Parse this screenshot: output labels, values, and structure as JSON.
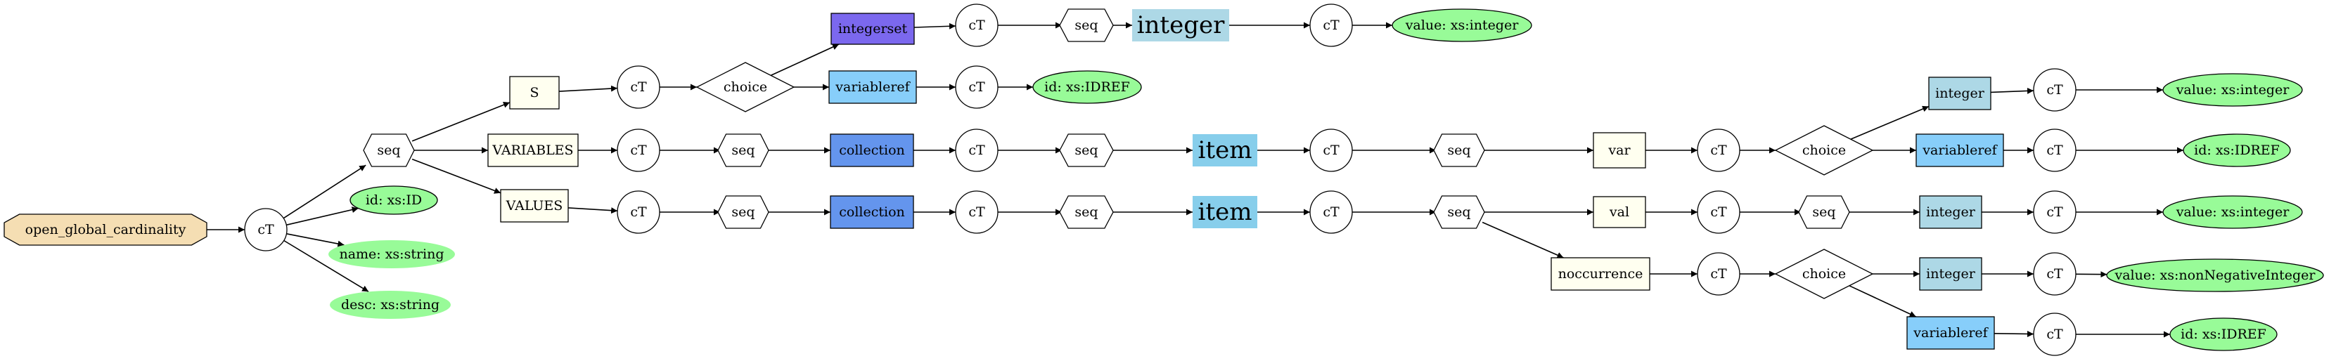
{
  "diagram": {
    "colors": {
      "root": "#f5deb3",
      "element": "#fffff0",
      "attribute": "#98fb98",
      "integerset": "#7b68ee",
      "variableref": "#87cefa",
      "collection": "#6495ed",
      "item": "#87ceeb",
      "integer": "#add8e6",
      "edge": "#000000"
    },
    "nodes": [
      {
        "id": "root",
        "label": "open_global_cardinality",
        "shape": "octagon",
        "color": "root"
      },
      {
        "id": "ct_root",
        "label": "cT",
        "shape": "circle"
      },
      {
        "id": "attr_id",
        "label": "id: xs:ID",
        "shape": "ellipse",
        "color": "attribute",
        "outline": true
      },
      {
        "id": "attr_name",
        "label": "name: xs:string",
        "shape": "ellipse",
        "color": "attribute",
        "outline": false
      },
      {
        "id": "attr_desc",
        "label": "desc: xs:string",
        "shape": "ellipse",
        "color": "attribute",
        "outline": false
      },
      {
        "id": "seq_main",
        "label": "seq",
        "shape": "hexagon"
      },
      {
        "id": "S",
        "label": "S",
        "shape": "box",
        "color": "element"
      },
      {
        "id": "ct_S",
        "label": "cT",
        "shape": "circle"
      },
      {
        "id": "choice_S",
        "label": "choice",
        "shape": "diamond"
      },
      {
        "id": "integerset",
        "label": "integerset",
        "shape": "box",
        "color": "integerset"
      },
      {
        "id": "ct_iset",
        "label": "cT",
        "shape": "circle"
      },
      {
        "id": "seq_iset",
        "label": "seq",
        "shape": "hexagon"
      },
      {
        "id": "integer_big",
        "label": "integer",
        "shape": "box",
        "color": "integer",
        "big": true
      },
      {
        "id": "ct_int_big",
        "label": "cT",
        "shape": "circle"
      },
      {
        "id": "val_int_big",
        "label": "value: xs:integer",
        "shape": "ellipse",
        "color": "attribute",
        "outline": true
      },
      {
        "id": "varref_S",
        "label": "variableref",
        "shape": "box",
        "color": "variableref"
      },
      {
        "id": "ct_varref_S",
        "label": "cT",
        "shape": "circle"
      },
      {
        "id": "id_varref_S",
        "label": "id: xs:IDREF",
        "shape": "ellipse",
        "color": "attribute",
        "outline": true
      },
      {
        "id": "VARIABLES",
        "label": "VARIABLES",
        "shape": "box",
        "color": "element"
      },
      {
        "id": "ct_VAR",
        "label": "cT",
        "shape": "circle"
      },
      {
        "id": "seq_VAR",
        "label": "seq",
        "shape": "hexagon"
      },
      {
        "id": "coll_VAR",
        "label": "collection",
        "shape": "box",
        "color": "collection"
      },
      {
        "id": "ct_coll_VAR",
        "label": "cT",
        "shape": "circle"
      },
      {
        "id": "seq_coll_VAR",
        "label": "seq",
        "shape": "hexagon"
      },
      {
        "id": "item_VAR",
        "label": "item",
        "shape": "box",
        "color": "item",
        "big": true
      },
      {
        "id": "ct_item_VAR",
        "label": "cT",
        "shape": "circle"
      },
      {
        "id": "seq_item_VAR",
        "label": "seq",
        "shape": "hexagon"
      },
      {
        "id": "var",
        "label": "var",
        "shape": "box",
        "color": "element"
      },
      {
        "id": "ct_var",
        "label": "cT",
        "shape": "circle"
      },
      {
        "id": "choice_var",
        "label": "choice",
        "shape": "diamond"
      },
      {
        "id": "integer_var",
        "label": "integer",
        "shape": "box",
        "color": "integer"
      },
      {
        "id": "ct_int_var",
        "label": "cT",
        "shape": "circle"
      },
      {
        "id": "val_int_var",
        "label": "value: xs:integer",
        "shape": "ellipse",
        "color": "attribute",
        "outline": true
      },
      {
        "id": "varref_var",
        "label": "variableref",
        "shape": "box",
        "color": "variableref"
      },
      {
        "id": "ct_varref_var",
        "label": "cT",
        "shape": "circle"
      },
      {
        "id": "id_varref_var",
        "label": "id: xs:IDREF",
        "shape": "ellipse",
        "color": "attribute",
        "outline": true
      },
      {
        "id": "VALUES",
        "label": "VALUES",
        "shape": "box",
        "color": "element"
      },
      {
        "id": "ct_VAL",
        "label": "cT",
        "shape": "circle"
      },
      {
        "id": "seq_VAL",
        "label": "seq",
        "shape": "hexagon"
      },
      {
        "id": "coll_VAL",
        "label": "collection",
        "shape": "box",
        "color": "collection"
      },
      {
        "id": "ct_coll_VAL",
        "label": "cT",
        "shape": "circle"
      },
      {
        "id": "seq_coll_VAL",
        "label": "seq",
        "shape": "hexagon"
      },
      {
        "id": "item_VAL",
        "label": "item",
        "shape": "box",
        "color": "item",
        "big": true
      },
      {
        "id": "ct_item_VAL",
        "label": "cT",
        "shape": "circle"
      },
      {
        "id": "seq_item_VAL",
        "label": "seq",
        "shape": "hexagon"
      },
      {
        "id": "val",
        "label": "val",
        "shape": "box",
        "color": "element"
      },
      {
        "id": "ct_val",
        "label": "cT",
        "shape": "circle"
      },
      {
        "id": "seq_val",
        "label": "seq",
        "shape": "hexagon"
      },
      {
        "id": "integer_val",
        "label": "integer",
        "shape": "box",
        "color": "integer"
      },
      {
        "id": "ct_int_val",
        "label": "cT",
        "shape": "circle"
      },
      {
        "id": "val_int_val",
        "label": "value: xs:integer",
        "shape": "ellipse",
        "color": "attribute",
        "outline": true
      },
      {
        "id": "noccurrence",
        "label": "noccurrence",
        "shape": "box",
        "color": "element"
      },
      {
        "id": "ct_nocc",
        "label": "cT",
        "shape": "circle"
      },
      {
        "id": "choice_nocc",
        "label": "choice",
        "shape": "diamond"
      },
      {
        "id": "integer_nocc",
        "label": "integer",
        "shape": "box",
        "color": "integer"
      },
      {
        "id": "ct_int_nocc",
        "label": "cT",
        "shape": "circle"
      },
      {
        "id": "val_nonneg",
        "label": "value: xs:nonNegativeInteger",
        "shape": "ellipse",
        "color": "attribute",
        "outline": true
      },
      {
        "id": "varref_nocc",
        "label": "variableref",
        "shape": "box",
        "color": "variableref"
      },
      {
        "id": "ct_varref_nocc",
        "label": "cT",
        "shape": "circle"
      },
      {
        "id": "id_varref_nocc",
        "label": "id: xs:IDREF",
        "shape": "ellipse",
        "color": "attribute",
        "outline": true
      }
    ],
    "edges": [
      [
        "root",
        "ct_root"
      ],
      [
        "ct_root",
        "seq_main"
      ],
      [
        "ct_root",
        "attr_id"
      ],
      [
        "ct_root",
        "attr_name"
      ],
      [
        "ct_root",
        "attr_desc"
      ],
      [
        "seq_main",
        "S"
      ],
      [
        "seq_main",
        "VARIABLES"
      ],
      [
        "seq_main",
        "VALUES"
      ],
      [
        "S",
        "ct_S"
      ],
      [
        "ct_S",
        "choice_S"
      ],
      [
        "choice_S",
        "integerset"
      ],
      [
        "choice_S",
        "varref_S"
      ],
      [
        "integerset",
        "ct_iset"
      ],
      [
        "ct_iset",
        "seq_iset"
      ],
      [
        "seq_iset",
        "integer_big"
      ],
      [
        "integer_big",
        "ct_int_big"
      ],
      [
        "ct_int_big",
        "val_int_big"
      ],
      [
        "varref_S",
        "ct_varref_S"
      ],
      [
        "ct_varref_S",
        "id_varref_S"
      ],
      [
        "VARIABLES",
        "ct_VAR"
      ],
      [
        "ct_VAR",
        "seq_VAR"
      ],
      [
        "seq_VAR",
        "coll_VAR"
      ],
      [
        "coll_VAR",
        "ct_coll_VAR"
      ],
      [
        "ct_coll_VAR",
        "seq_coll_VAR"
      ],
      [
        "seq_coll_VAR",
        "item_VAR"
      ],
      [
        "item_VAR",
        "ct_item_VAR"
      ],
      [
        "ct_item_VAR",
        "seq_item_VAR"
      ],
      [
        "seq_item_VAR",
        "var"
      ],
      [
        "var",
        "ct_var"
      ],
      [
        "ct_var",
        "choice_var"
      ],
      [
        "choice_var",
        "integer_var"
      ],
      [
        "choice_var",
        "varref_var"
      ],
      [
        "integer_var",
        "ct_int_var"
      ],
      [
        "ct_int_var",
        "val_int_var"
      ],
      [
        "varref_var",
        "ct_varref_var"
      ],
      [
        "ct_varref_var",
        "id_varref_var"
      ],
      [
        "VALUES",
        "ct_VAL"
      ],
      [
        "ct_VAL",
        "seq_VAL"
      ],
      [
        "seq_VAL",
        "coll_VAL"
      ],
      [
        "coll_VAL",
        "ct_coll_VAL"
      ],
      [
        "ct_coll_VAL",
        "seq_coll_VAL"
      ],
      [
        "seq_coll_VAL",
        "item_VAL"
      ],
      [
        "item_VAL",
        "ct_item_VAL"
      ],
      [
        "ct_item_VAL",
        "seq_item_VAL"
      ],
      [
        "seq_item_VAL",
        "val"
      ],
      [
        "seq_item_VAL",
        "noccurrence"
      ],
      [
        "val",
        "ct_val"
      ],
      [
        "ct_val",
        "seq_val"
      ],
      [
        "seq_val",
        "integer_val"
      ],
      [
        "integer_val",
        "ct_int_val"
      ],
      [
        "ct_int_val",
        "val_int_val"
      ],
      [
        "noccurrence",
        "ct_nocc"
      ],
      [
        "ct_nocc",
        "choice_nocc"
      ],
      [
        "choice_nocc",
        "integer_nocc"
      ],
      [
        "choice_nocc",
        "varref_nocc"
      ],
      [
        "integer_nocc",
        "ct_int_nocc"
      ],
      [
        "ct_int_nocc",
        "val_nonneg"
      ],
      [
        "varref_nocc",
        "ct_varref_nocc"
      ],
      [
        "ct_varref_nocc",
        "id_varref_nocc"
      ]
    ]
  }
}
